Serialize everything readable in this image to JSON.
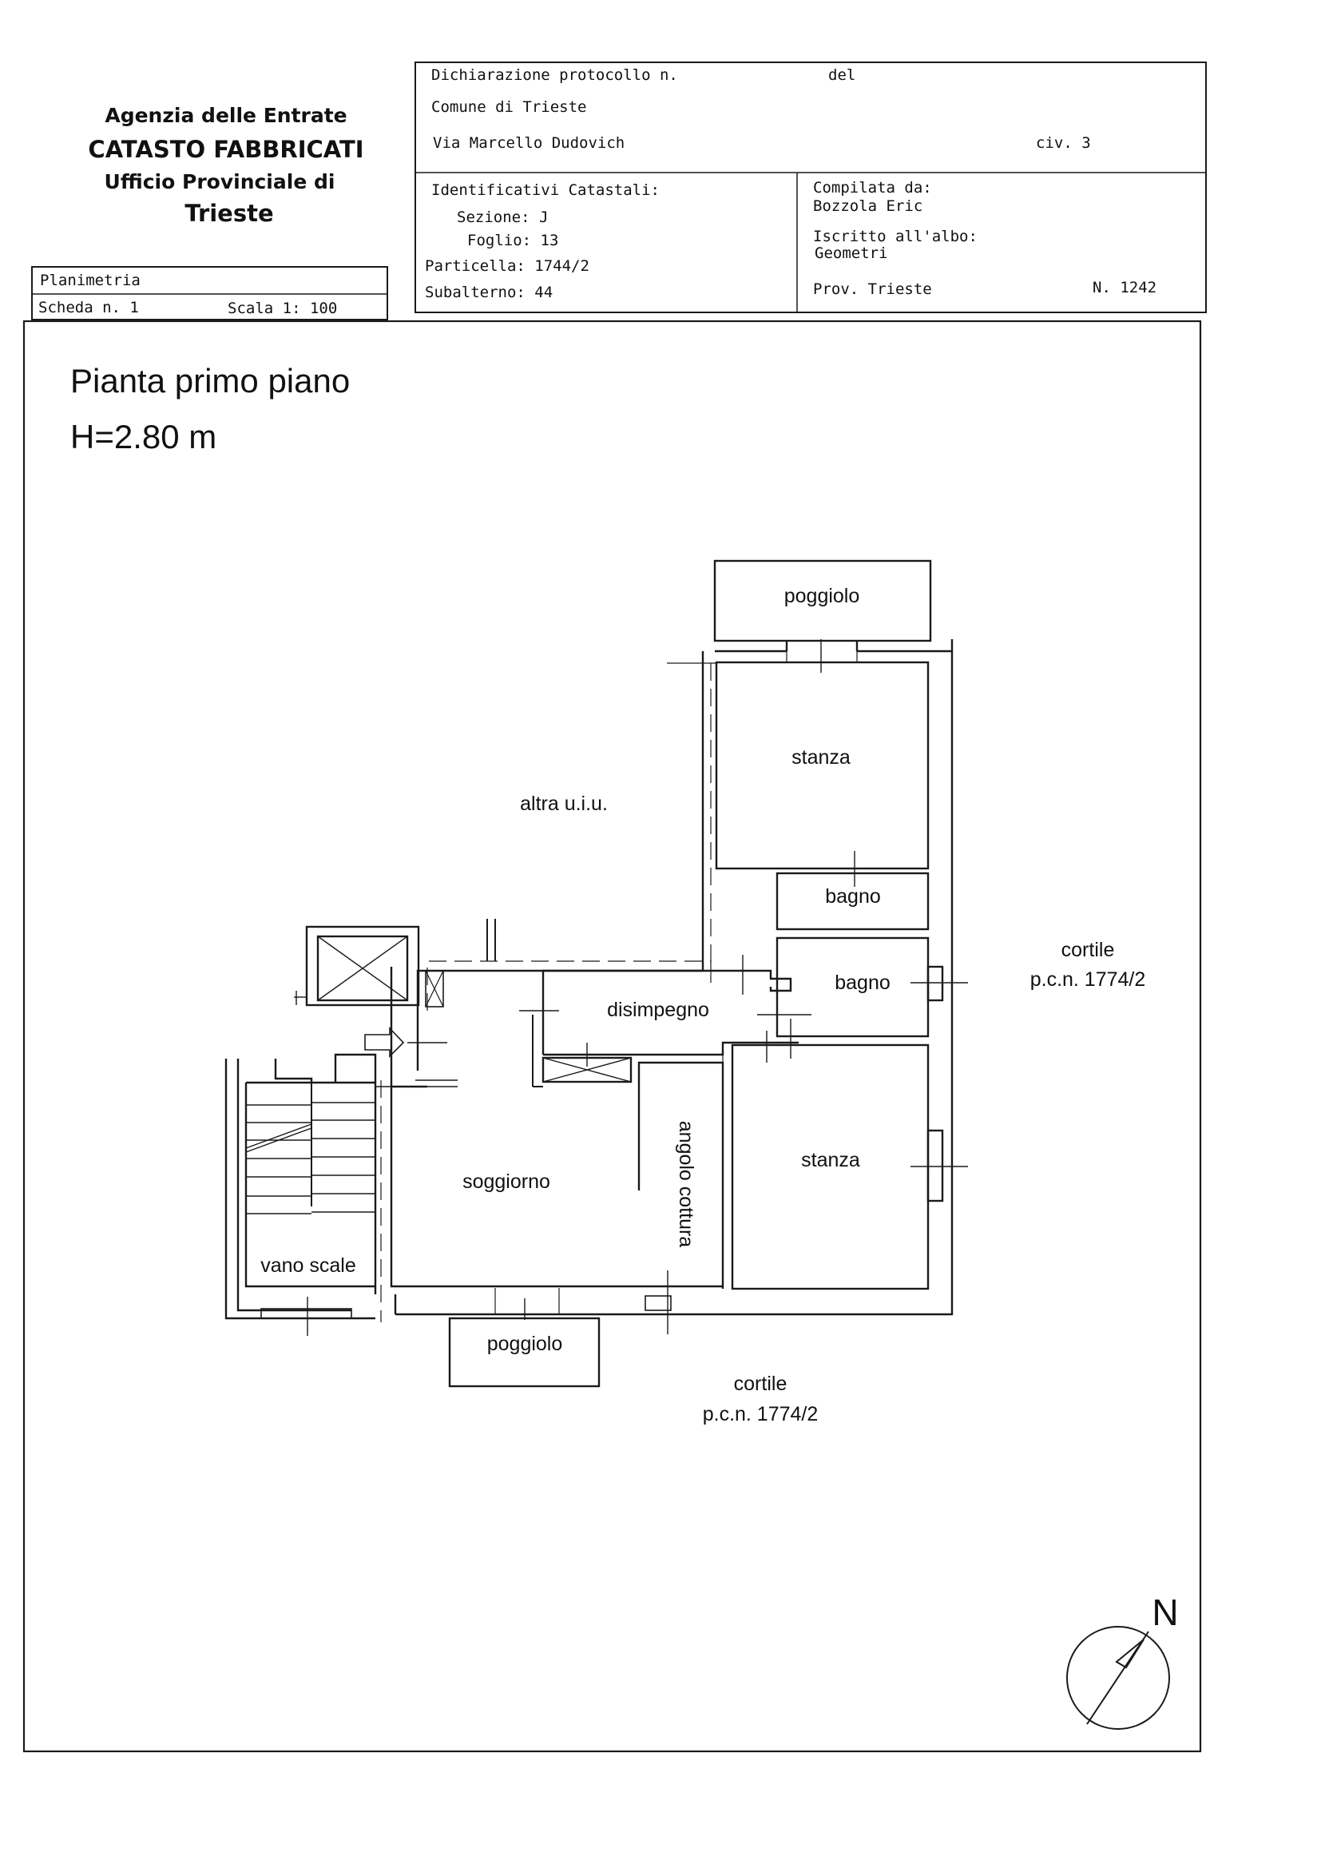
{
  "agency": {
    "line1": "Agenzia delle Entrate",
    "line2": "CATASTO FABBRICATI",
    "line3": "Ufficio Provinciale di",
    "line4": "Trieste"
  },
  "header_box": {
    "protocol_label": "Dichiarazione protocollo n.",
    "del_label": "del",
    "comune": "Comune di Trieste",
    "address": "Via Marcello Dudovich",
    "civ": "civ. 3"
  },
  "identificativi": {
    "title": "Identificativi Catastali:",
    "sezione": "Sezione: J",
    "foglio": "Foglio: 13",
    "particella": "Particella: 1744/2",
    "subalterno": "Subalterno: 44"
  },
  "compilata": {
    "title": "Compilata da:",
    "name": "Bozzola Eric",
    "albo_label": "Iscritto all'albo:",
    "albo": "Geometri",
    "prov": "Prov. Trieste",
    "numero": "N. 1242"
  },
  "planimetria": {
    "title": "Planimetria",
    "scheda": "Scheda n. 1",
    "scala": "Scala 1: 100"
  },
  "plan": {
    "title": "Pianta primo piano",
    "height": "H=2.80 m",
    "rooms": {
      "poggiolo_top": "poggiolo",
      "stanza_top": "stanza",
      "altra": "altra u.i.u.",
      "bagno_1": "bagno",
      "bagno_2": "bagno",
      "cortile_right": "cortile",
      "pcn_right": "p.c.n. 1774/2",
      "disimpegno": "disimpegno",
      "angolo": "angolo cottura",
      "soggiorno": "soggiorno",
      "stanza_bottom": "stanza",
      "vano_scale": "vano scale",
      "poggiolo_bottom": "poggiolo",
      "cortile_bottom": "cortile",
      "pcn_bottom": "p.c.n. 1774/2"
    },
    "north": "N"
  }
}
